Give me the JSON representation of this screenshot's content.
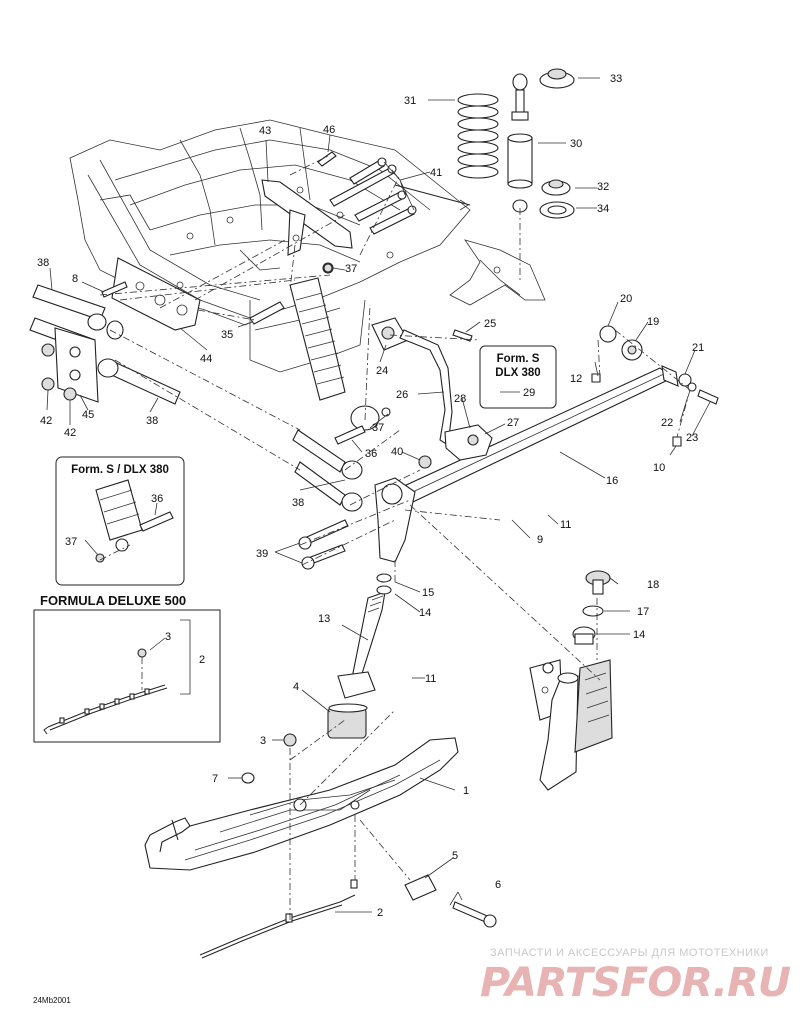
{
  "diagram": {
    "callouts": [
      "1",
      "2",
      "2",
      "3",
      "3",
      "4",
      "5",
      "6",
      "7",
      "8",
      "9",
      "10",
      "11",
      "11",
      "12",
      "13",
      "14",
      "14",
      "15",
      "16",
      "17",
      "18",
      "19",
      "20",
      "21",
      "22",
      "23",
      "24",
      "25",
      "26",
      "27",
      "28",
      "29",
      "30",
      "31",
      "32",
      "33",
      "34",
      "35",
      "36",
      "36",
      "37",
      "37",
      "37",
      "38",
      "38",
      "38",
      "39",
      "40",
      "41",
      "42",
      "42",
      "43",
      "44",
      "45",
      "46"
    ],
    "boxes": {
      "form_s_dlx_380_right": {
        "line1": "Form. S",
        "line2": "DLX 380"
      },
      "form_s_dlx_380_left": "Form. S / DLX 380",
      "formula_deluxe_500": "FORMULA DELUXE 500"
    },
    "figure_code": "24Mb2001",
    "watermark": {
      "caption": "ЗАПЧАСТИ И АКСЕССУАРЫ ДЛЯ МОТОТЕХНИКИ",
      "logo": "PARTSFOR.RU"
    }
  }
}
